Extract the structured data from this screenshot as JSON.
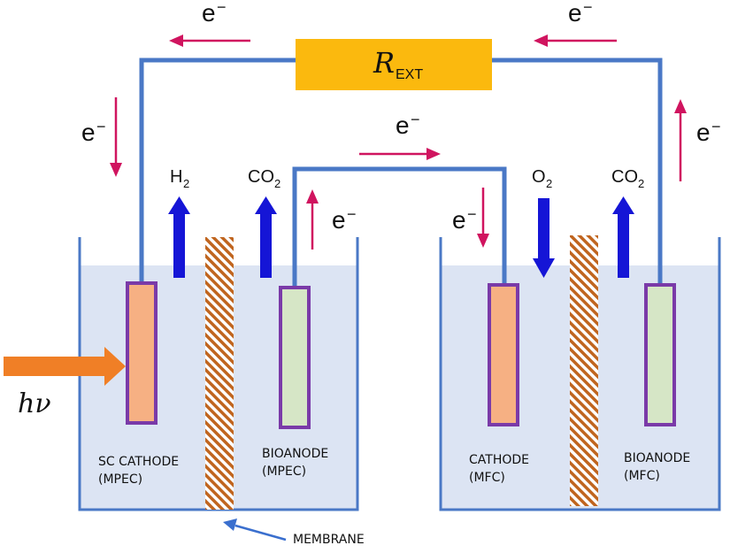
{
  "colors": {
    "wire": "#4a78c6",
    "resistor": "#fbb90e",
    "electron_arrow": "#d0145f",
    "gas_arrow": "#1515d6",
    "light_arrow": "#f07f26",
    "solution": "#dce4f3",
    "tank_outline": "#4a78c6",
    "electrode_border": "#7a3aa8",
    "cathode_fill": "#f6b083",
    "anode_fill": "#d6e6c6",
    "membrane_stripe": "#c0651f",
    "pointer_arrow": "#3a6fce"
  },
  "resistor": {
    "symbol": "R",
    "subscript": "EXT"
  },
  "electron_labels": {
    "top_left": {
      "base": "e",
      "sup": "−"
    },
    "top_right": {
      "base": "e",
      "sup": "−"
    },
    "left_wire": {
      "base": "e",
      "sup": "−"
    },
    "right_wire": {
      "base": "e",
      "sup": "−"
    },
    "middle_bridge": {
      "base": "e",
      "sup": "−"
    },
    "mpec_bioanode": {
      "base": "e",
      "sup": "−"
    },
    "mfc_cathode": {
      "base": "e",
      "sup": "−"
    }
  },
  "gases": {
    "h2": {
      "base": "H",
      "sub": "2"
    },
    "co2_left": {
      "base": "CO",
      "sub": "2"
    },
    "o2": {
      "base": "O",
      "sub": "2"
    },
    "co2_right": {
      "base": "CO",
      "sub": "2"
    }
  },
  "light": {
    "label": "hν"
  },
  "electrodes": {
    "sc_cathode": {
      "line1": "SC CATHODE",
      "line2": "(MPEC)"
    },
    "bioanode_mpec": {
      "line1": "BIOANODE",
      "line2": "(MPEC)"
    },
    "cathode_mfc": {
      "line1": "CATHODE",
      "line2": "(MFC)"
    },
    "bioanode_mfc": {
      "line1": "BIOANODE",
      "line2": "(MFC)"
    }
  },
  "membrane_label": "MEMBRANE"
}
